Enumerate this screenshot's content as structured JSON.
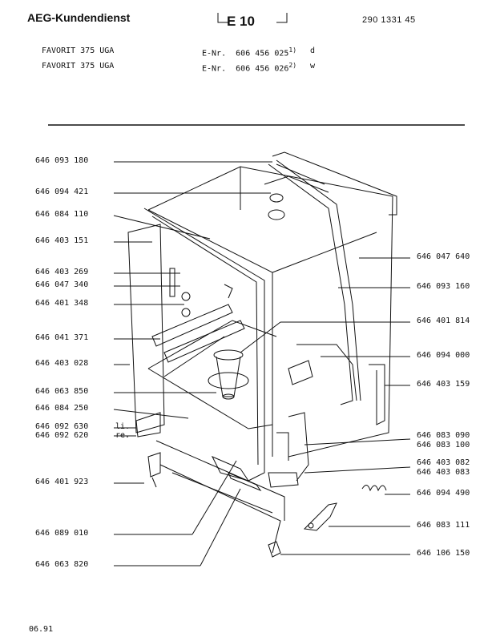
{
  "header": {
    "brand": "AEG-Kundendienst",
    "page_code": "E 10",
    "doc_number": "290 1331  45"
  },
  "models": [
    {
      "name": "FAVORIT  375  UGA",
      "enr_prefix": "E-Nr.",
      "enr": "606 456 025",
      "note": "1)",
      "variant": "d"
    },
    {
      "name": "FAVORIT  375  UGA",
      "enr_prefix": "E-Nr.",
      "enr": "606 456 026",
      "note": "2)",
      "variant": "w"
    }
  ],
  "parts_left": [
    "646 093 180",
    "646 094 421",
    "646 084 110",
    "646 403 151",
    "646 403 269",
    "646 047 340",
    "646 401 348",
    "646 041 371",
    "646 403 028",
    "646 063 850",
    "646 084 250",
    "646 092 630",
    "646 092 620",
    "646 401 923",
    "646 089 010",
    "646 063 820"
  ],
  "side_labels": {
    "left": "li.",
    "right": "re."
  },
  "parts_right": [
    "646 047 640",
    "646 093 160",
    "646 401 814",
    "646 094 000",
    "646 403 159",
    "646 083 090",
    "646 083 100",
    "646 403 082",
    "646 403 083",
    "646 094 490",
    "646 083 111",
    "646 106 150"
  ],
  "footer": {
    "date": "06.91"
  }
}
